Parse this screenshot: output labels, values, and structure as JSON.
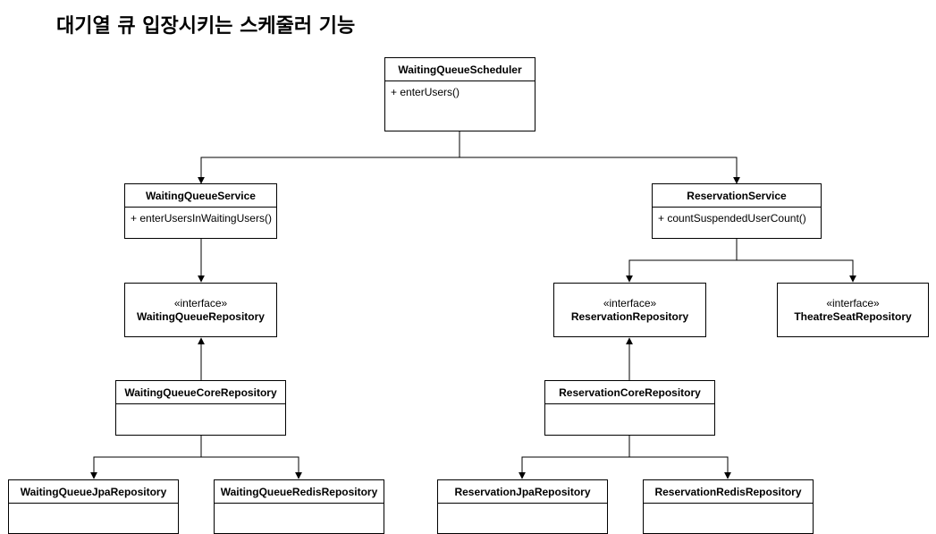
{
  "title": "대기열 큐 입장시키는 스케줄러 기능",
  "stereotype": "«interface»",
  "classes": {
    "scheduler": {
      "name": "WaitingQueueScheduler",
      "method": "+ enterUsers()"
    },
    "waiting_service": {
      "name": "WaitingQueueService",
      "method": "+ enterUsersInWaitingUsers()"
    },
    "reservation_service": {
      "name": "ReservationService",
      "method": "+ countSuspendedUserCount()"
    },
    "waiting_core": {
      "name": "WaitingQueueCoreRepository",
      "method": ""
    },
    "reservation_core": {
      "name": "ReservationCoreRepository",
      "method": ""
    },
    "waiting_jpa": {
      "name": "WaitingQueueJpaRepository",
      "method": ""
    },
    "waiting_redis": {
      "name": "WaitingQueueRedisRepository",
      "method": ""
    },
    "reservation_jpa": {
      "name": "ReservationJpaRepository",
      "method": ""
    },
    "reservation_redis": {
      "name": "ReservationRedisRepository",
      "method": ""
    }
  },
  "interfaces": {
    "waiting_repo": {
      "name": "WaitingQueueRepository"
    },
    "reservation_repo": {
      "name": "ReservationRepository"
    },
    "theatre_seat_repo": {
      "name": "TheatreSeatRepository"
    }
  }
}
